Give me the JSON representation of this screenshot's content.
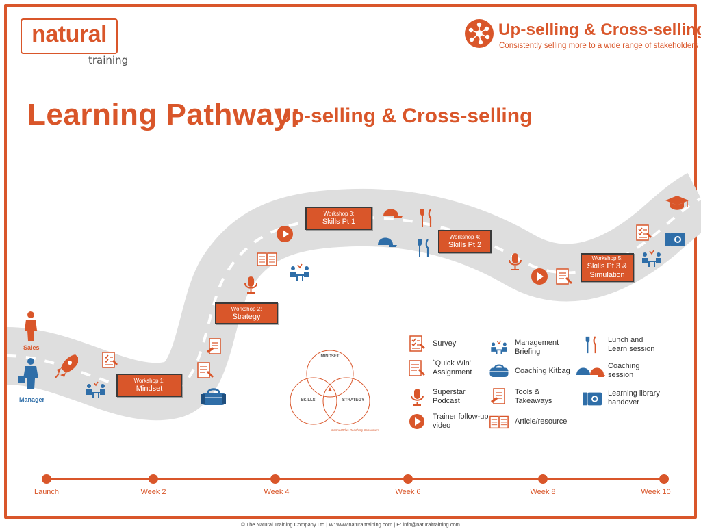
{
  "logo": {
    "word": "natural",
    "sub": "training"
  },
  "brand": {
    "title": "Up-selling & Cross-selling",
    "subtitle": "Consistently selling more to a wide range of stakeholders"
  },
  "title": {
    "main": "Learning Pathway:",
    "sub": "Up-selling & Cross-selling"
  },
  "side_labels": {
    "sales": "Sales",
    "manager": "Manager"
  },
  "workshops": [
    {
      "title": "Workshop 1:",
      "subject": "Mindset"
    },
    {
      "title": "Workshop 2:",
      "subject": "Strategy"
    },
    {
      "title": "Workshop 3:",
      "subject": "Skills Pt 1"
    },
    {
      "title": "Workshop 4:",
      "subject": "Skills Pt 2"
    },
    {
      "title": "Workshop 5:",
      "subject": "Skills Pt 3 & Simulation"
    }
  ],
  "venn": {
    "mindset": "MINDSET",
    "skills": "SKILLS",
    "strategy": "STRATEGY",
    "credit": "ConnectPlus Reaching Consumers"
  },
  "legend": [
    {
      "icon": "survey-icon",
      "label": "Survey"
    },
    {
      "icon": "quick-win-icon",
      "label": "`Quick Win' Assignment"
    },
    {
      "icon": "podcast-icon",
      "label": "Superstar Podcast"
    },
    {
      "icon": "video-icon",
      "label": "Trainer follow-up video"
    },
    {
      "icon": "management-briefing-icon",
      "label": "Management Briefing"
    },
    {
      "icon": "kitbag-icon",
      "label": "Coaching Kitbag"
    },
    {
      "icon": "tools-icon",
      "label": "Tools & Takeaways"
    },
    {
      "icon": "article-icon",
      "label": "Article/resource"
    },
    {
      "icon": "lunch-icon",
      "label": "Lunch and Learn session"
    },
    {
      "icon": "coaching-session-icon",
      "label": "Coaching session"
    },
    {
      "icon": "library-icon",
      "label": "Learning library handover"
    }
  ],
  "timeline": [
    "Launch",
    "Week 2",
    "Week 4",
    "Week 6",
    "Week 8",
    "Week 10"
  ],
  "footer": "© The Natural Training Company Ltd  |  W:  www.naturaltraining.com  |  E:  info@naturaltraining.com",
  "colors": {
    "accent": "#d9562a",
    "blue": "#2f6ea8",
    "road": "#dedede"
  }
}
